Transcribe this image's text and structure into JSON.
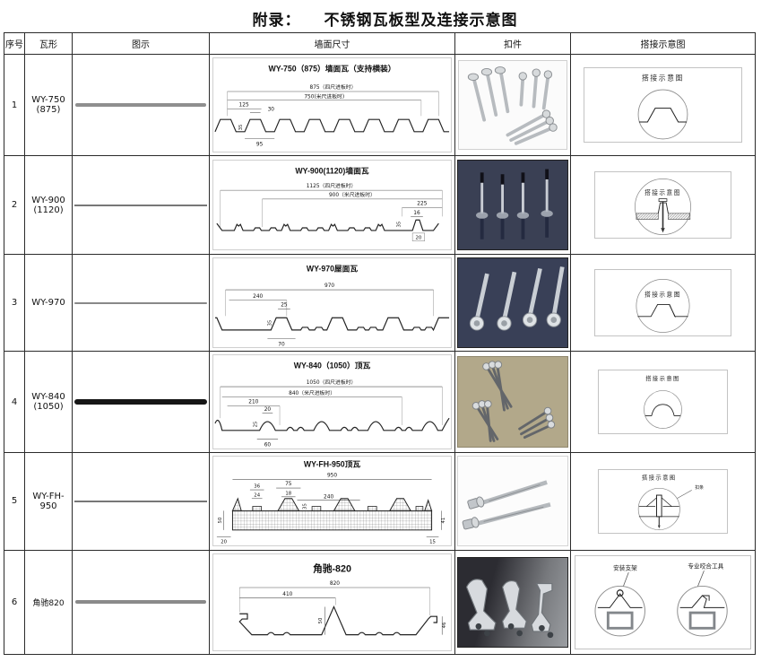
{
  "page": {
    "title_prefix": "附录：",
    "title_main": "不锈钢瓦板型及连接示意图"
  },
  "headers": {
    "no": "序号",
    "shape": "瓦形",
    "illustration": "图示",
    "dimensions": "墙面尺寸",
    "fastener": "扣件",
    "overlap": "搭接示意图"
  },
  "rows": [
    {
      "no": "1",
      "shape": "WY-750 (875)",
      "dim_title": "WY-750（875）墙面瓦（支持横装）",
      "dims": [
        "875（四尺进板时）",
        "750(米尺进板时)",
        "125",
        "30",
        "35",
        "95"
      ],
      "lap_title": "搭接示意图"
    },
    {
      "no": "2",
      "shape": "WY-900 (1120)",
      "dim_title": "WY-900(1120)墙面瓦",
      "dims": [
        "1125（四尺进板时）",
        "900（米尺进板时）",
        "225",
        "16",
        "35",
        "20"
      ],
      "lap_title": "搭接示意图"
    },
    {
      "no": "3",
      "shape": "WY-970",
      "dim_title": "WY-970屋面瓦",
      "dims": [
        "970",
        "240",
        "25",
        "35",
        "70"
      ],
      "lap_title": "搭接示意图"
    },
    {
      "no": "4",
      "shape": "WY-840 (1050)",
      "dim_title": "WY-840（1050）顶瓦",
      "dims": [
        "1050（四尺进板时）",
        "840（米尺进板时）",
        "210",
        "20",
        "25",
        "60"
      ],
      "lap_title": "搭接示意图"
    },
    {
      "no": "5",
      "shape": "WY-FH-950",
      "dim_title": "WY-FH-950顶瓦",
      "dims": [
        "950",
        "75",
        "18",
        "36",
        "24",
        "240",
        "35",
        "50",
        "20",
        "41",
        "15"
      ],
      "lap_title": "搭接示意图",
      "lap_label": "扣条"
    },
    {
      "no": "6",
      "shape": "角驰820",
      "dim_title": "角驰-820",
      "dims": [
        "820",
        "410",
        "50",
        "46"
      ],
      "lap_labels": [
        "安装支架",
        "专业咬合工具"
      ]
    }
  ]
}
